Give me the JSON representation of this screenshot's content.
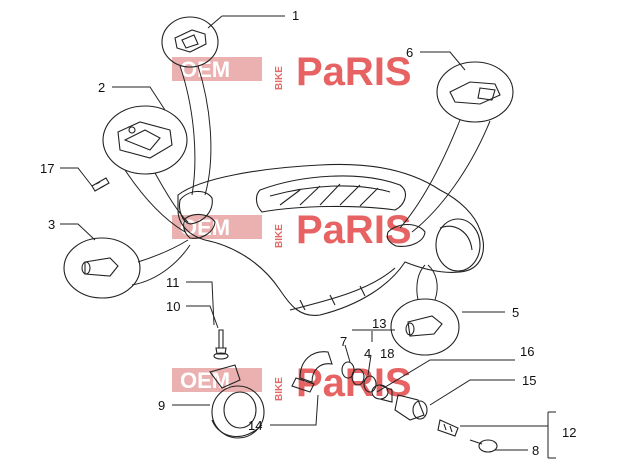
{
  "watermark": {
    "left": "OEM",
    "vertical": "BIKE",
    "right": "PaRIS",
    "color": "#e34848"
  },
  "callouts": {
    "c1": "1",
    "c2": "2",
    "c3": "3",
    "c4": "4",
    "c5": "5",
    "c6": "6",
    "c7": "7",
    "c8": "8",
    "c9": "9",
    "c10": "10",
    "c11": "11",
    "c12": "12",
    "c13": "13",
    "c14": "14",
    "c15": "15",
    "c16": "16",
    "c17": "17",
    "c18": "18"
  }
}
